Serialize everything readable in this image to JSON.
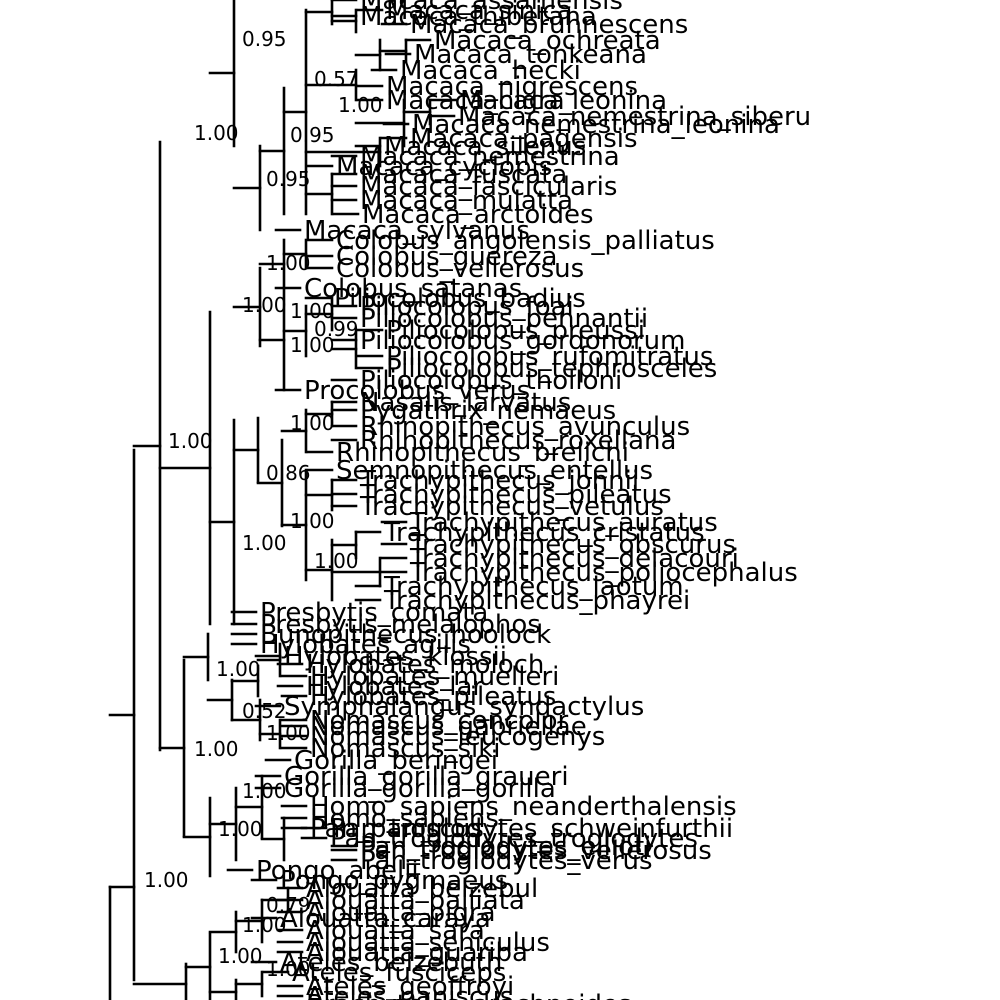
{
  "tree": {
    "taxa": [
      "Macaca_assamensis",
      "Macaca_thibetana",
      "Macaca_sinica",
      "Macaca_brunnescens",
      "Macaca_ochreata",
      "Macaca_tonkeana",
      "Macaca_hecki",
      "Macaca_nigrescens",
      "Macaca_nigra",
      "Macaca_leonina",
      "Macaca_nemestrina_siberu",
      "Macaca_nemestrina_leonina",
      "Macaca_pagensis",
      "Macaca_silenus",
      "Macaca_nemestrina",
      "Macaca_cyclopis",
      "Macaca_fuscata",
      "Macaca_fascicularis",
      "Macaca_mulatta",
      "Macaca_arctoides",
      "Macaca_sylvanus",
      "Colobus_angolensis_palliatus",
      "Colobus_guereza",
      "Colobus_vellerosus",
      "Colobus_satanas",
      "Piliocolobus_badius",
      "Piliocolobus_foai",
      "Piliocolobus_pennantii",
      "Piliocolobus_preussi",
      "Piliocolobus_gordonorum",
      "Piliocolobus_rufomitratus",
      "Piliocolobus_tephrosceles",
      "Piliocolobus_tholloni",
      "Procolobus_verus",
      "Nasalis_larvatus",
      "Pygathrix_nemaeus",
      "Rhinopithecus_avunculus",
      "Rhinopithecus_roxellana",
      "Rhinopithecus_brelichi",
      "Semnopithecus_entellus",
      "Trachypithecus_johnii",
      "Trachypithecus_pileatus",
      "Trachypithecus_vetulus",
      "Trachypithecus_auratus",
      "Trachypithecus_cristatus",
      "Trachypithecus_obscurus",
      "Trachypithecus_delacouri",
      "Trachypithecus_poliocephalus",
      "Trachypithecus_laotum",
      "Trachypithecus_phayrei",
      "Presbytis_comata",
      "Presbytis_melalophos",
      "Bunopithecus_hoolock",
      "Hylobates_agilis",
      "Hylobates_klossii",
      "Hylobates_moloch",
      "Hylobates_muelleri",
      "Hylobates_lar",
      "Hylobates_pileatus",
      "Symphalangus_syndactylus",
      "Nomascus_concolor",
      "Nomascus_gabriellae",
      "Nomascus_leucogenys",
      "Nomascus_siki",
      "Gorilla_beringei",
      "Gorilla_gorilla_graueri",
      "Gorilla_gorilla_gorilla",
      "Homo_sapiens_neanderthalensis",
      "Homo_sapiens",
      "Pan_paniscus",
      "Pan_troglodytes_schweinfurthii",
      "Pan_troglodytes_troglodytes",
      "Pan_troglodytes_ellioti",
      "Pan_troglodytes_vellerosus",
      "Pan_troglodytes_verus",
      "Pongo_abelii",
      "Pongo_pygmaeus",
      "Alouatta_belzebul",
      "Alouatta_palliata",
      "Alouatta_pigra",
      "Alouatta_caraya",
      "Alouatta_sara",
      "Alouatta_seniculus",
      "Alouatta_guariba",
      "Ateles_belzebuth",
      "Ateles_fusciceps",
      "Ateles_geoffroyi",
      "Ateles_paniscus",
      "Brachyteles_arachnoides"
    ],
    "support_labels": [
      "0.95",
      "0.57",
      "1.00",
      "0.95",
      "0.95",
      "1.00",
      "1.00",
      "1.00",
      "1.00",
      "0.99",
      "1.00",
      "1.00",
      "1.00",
      "0.86",
      "1.00",
      "1.00",
      "1.00",
      "1.00",
      "0.52",
      "1.00",
      "1.00",
      "1.00",
      "1.00",
      "1.00",
      "1.00",
      "1.00",
      "0.79",
      "1.00"
    ]
  }
}
